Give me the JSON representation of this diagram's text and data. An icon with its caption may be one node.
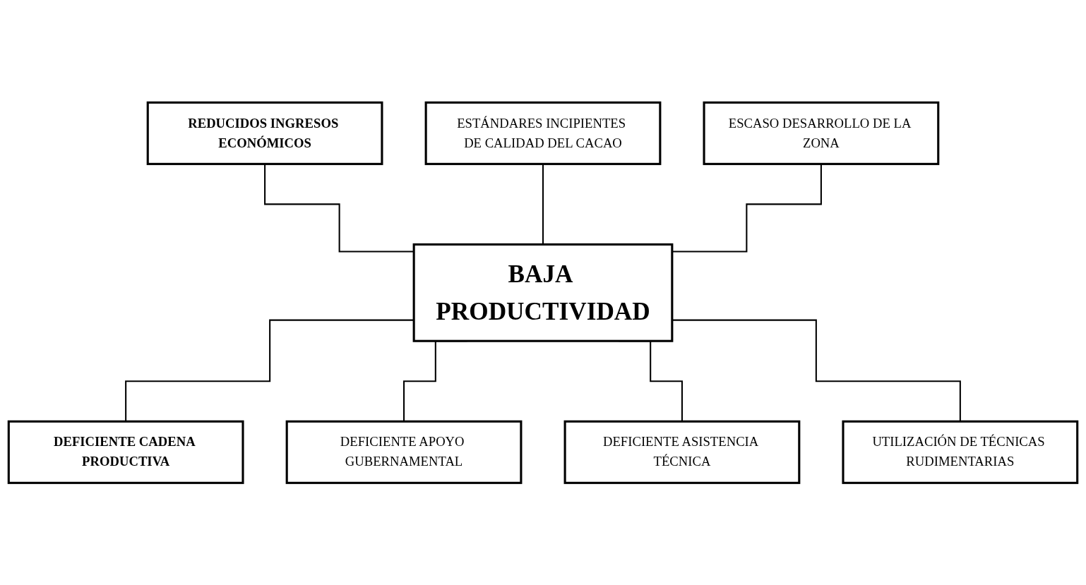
{
  "diagram": {
    "nodes": [
      {
        "text": [
          "REDUCIDOS INGRESOS ECONÓMICOS"
        ]
      },
      {
        "text": [
          "ESTÁNDARES INCIPIENTES DE CALIDAD DEL CACAO"
        ]
      },
      {
        "text": [
          "ESCASO DESARROLLO DE LA ZONA"
        ]
      },
      {
        "text": [
          "BAJA PRODUCTIVIDAD"
        ]
      },
      {
        "text": [
          "DEFICIENTE CADENA PRODUCTIVA"
        ]
      },
      {
        "text": [
          "DEFICIENTE APOYO GUBERNAMENTAL"
        ]
      },
      {
        "text": [
          "DEFICIENTE ASISTENCIA TÉCNICA"
        ]
      },
      {
        "text": [
          "UTILIZACIÓN DE TÉCNICAS RUDIMENTARIAS"
        ]
      }
    ],
    "edges": [
      {
        "from": 0,
        "to": 3,
        "arrow": "none"
      },
      {
        "from": 1,
        "to": 3,
        "arrow": "none"
      },
      {
        "from": 2,
        "to": 3,
        "arrow": "none"
      },
      {
        "from": 3,
        "to": 4,
        "arrow": "none"
      },
      {
        "from": 3,
        "to": 5,
        "arrow": "none"
      },
      {
        "from": 3,
        "to": 6,
        "arrow": "none"
      },
      {
        "from": 3,
        "to": 7,
        "arrow": "none"
      }
    ]
  }
}
